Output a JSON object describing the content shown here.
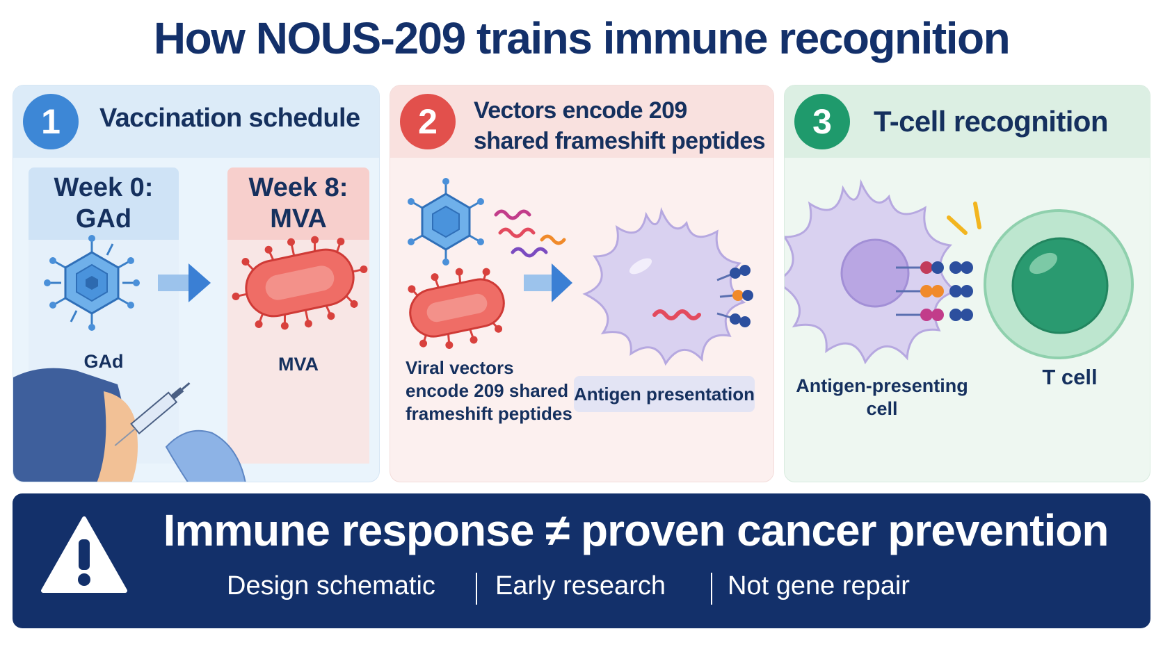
{
  "title": "How NOUS-209 trains immune recognition",
  "panels": [
    {
      "number": "1",
      "title": "Vaccination schedule",
      "week0": {
        "label": "Week 0:",
        "vector": "GAd"
      },
      "week8": {
        "label": "Week 8:",
        "vector": "MVA"
      },
      "gad_label": "GAd",
      "mva_label": "MVA"
    },
    {
      "number": "2",
      "title_line1": "Vectors encode 209",
      "title_line2": "shared frameshift peptides",
      "caption_line1": "Viral vectors",
      "caption_line2": "encode 209 shared",
      "caption_line3": "frameshift peptides",
      "presentation_label": "Antigen presentation"
    },
    {
      "number": "3",
      "title": "T-cell recognition",
      "apc_line1": "Antigen-presenting",
      "apc_line2": "cell",
      "tcell_label": "T cell"
    }
  ],
  "banner": {
    "headline": "Immune response ≠ proven cancer prevention",
    "notes": [
      "Design schematic",
      "Early research",
      "Not gene repair"
    ]
  },
  "colors": {
    "navy": "#13306a",
    "step1": "#3d87d6",
    "step2": "#e2504c",
    "step3": "#1f9a6c"
  },
  "icons": [
    "warning-icon",
    "adenovirus-icon",
    "mva-virus-icon",
    "arrow-right-icon",
    "dendritic-cell-icon",
    "t-cell-icon",
    "syringe-icon"
  ]
}
